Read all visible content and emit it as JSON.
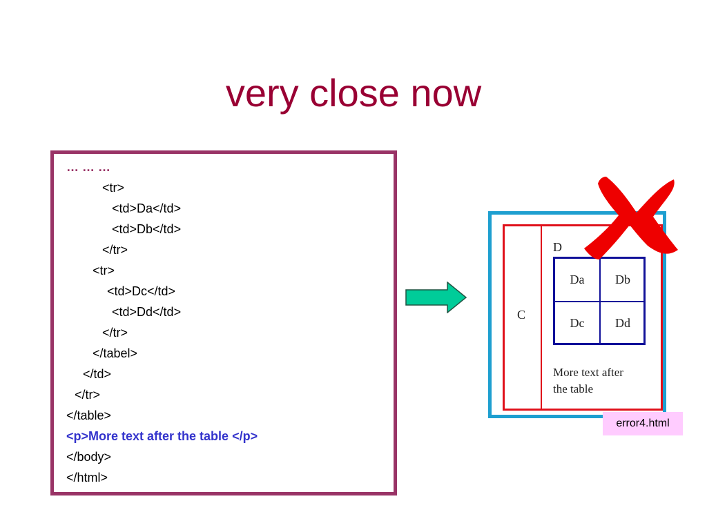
{
  "slide": {
    "title": "very close now"
  },
  "code": {
    "lines": [
      "… … …",
      "<tr>",
      "<td>Da</td>",
      "<td>Db</td>",
      "</tr>",
      "<tr>",
      "<td>Dc</td>",
      "<td>Dd</td>",
      "</tr>",
      "</tabel>",
      "</td>",
      "</tr>",
      "</table>",
      "<p>More text after the table </p>",
      "</body>",
      "</html>"
    ]
  },
  "preview": {
    "cell_c": "C",
    "cell_d": "D",
    "inner": [
      "Da",
      "Db",
      "Dc",
      "Dd"
    ],
    "after_text_1": "More text after",
    "after_text_2": "the table"
  },
  "file_label": "error4.html",
  "colors": {
    "title": "#990033",
    "code_border": "#993366",
    "highlight": "#3333cc",
    "arrow_fill": "#00cc99",
    "preview_border": "#1e9fd0",
    "outer_table_border": "#e0101a",
    "inner_table_border": "#111199",
    "error_mark": "#ee0000",
    "label_bg": "#ffccff"
  },
  "icons": {
    "arrow": "right-arrow-icon",
    "error": "red-x-icon"
  }
}
